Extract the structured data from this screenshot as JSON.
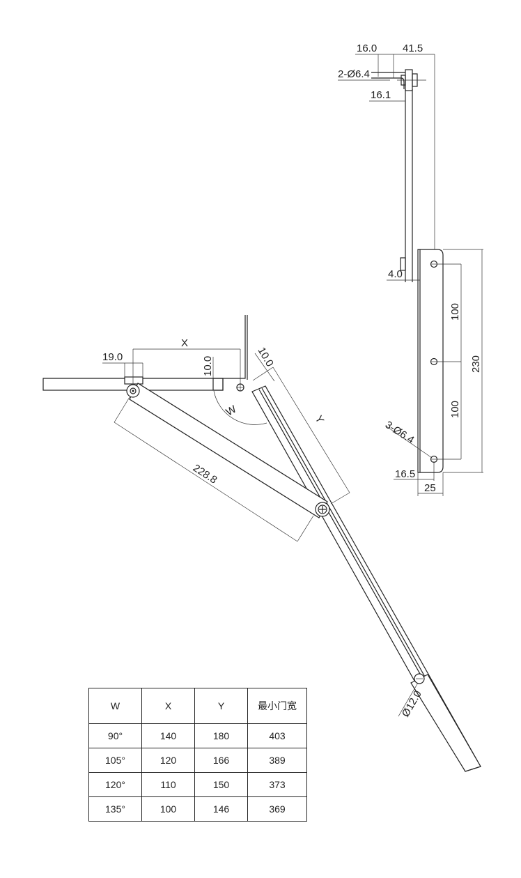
{
  "dimensions": {
    "top_16_0": "16.0",
    "top_41_5": "41.5",
    "holes_top": "2-Ø6.4",
    "d_16_1": "16.1",
    "d_4_0": "4.0",
    "spacing_1": "100",
    "spacing_2": "100",
    "total_height": "230",
    "holes_plate": "3-Ø6.4",
    "d_16_5": "16.5",
    "plate_width": "25",
    "x_label": "X",
    "d_19_0": "19.0",
    "d_10_0_a": "10.0",
    "d_10_0_b": "10.0",
    "w_label": "W",
    "y_label": "Y",
    "arm_length": "228.8",
    "pivot_dia": "Ø12.0"
  },
  "table": {
    "headers": [
      "W",
      "X",
      "Y",
      "最小门宽"
    ],
    "rows": [
      [
        "90°",
        "140",
        "180",
        "403"
      ],
      [
        "105°",
        "120",
        "166",
        "389"
      ],
      [
        "120°",
        "110",
        "150",
        "373"
      ],
      [
        "135°",
        "100",
        "146",
        "369"
      ]
    ]
  }
}
